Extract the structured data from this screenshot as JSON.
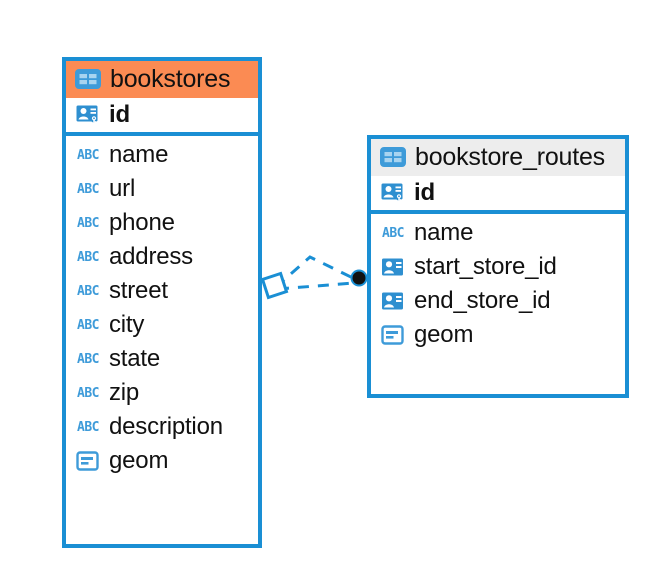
{
  "diagram": {
    "kind": "entity-relationship-diagram",
    "background": "#ffffff",
    "accent_color": "#1A8FD4",
    "icon_color": "#3E9BD9",
    "entities": [
      {
        "name": "bookstores",
        "header_color": "#FB8B53",
        "header_icon": "table-icon",
        "primary_keys": [
          {
            "label": "id",
            "icon": "primary-key-icon"
          }
        ],
        "fields": [
          {
            "label": "name",
            "icon": "text-abc-icon"
          },
          {
            "label": "url",
            "icon": "text-abc-icon"
          },
          {
            "label": "phone",
            "icon": "text-abc-icon"
          },
          {
            "label": "address",
            "icon": "text-abc-icon"
          },
          {
            "label": "street",
            "icon": "text-abc-icon"
          },
          {
            "label": "city",
            "icon": "text-abc-icon"
          },
          {
            "label": "state",
            "icon": "text-abc-icon"
          },
          {
            "label": "zip",
            "icon": "text-abc-icon"
          },
          {
            "label": "description",
            "icon": "text-abc-icon"
          },
          {
            "label": "geom",
            "icon": "geometry-icon"
          }
        ]
      },
      {
        "name": "bookstore_routes",
        "header_color": "#EDEDED",
        "header_icon": "table-icon",
        "primary_keys": [
          {
            "label": "id",
            "icon": "primary-key-icon"
          }
        ],
        "fields": [
          {
            "label": "name",
            "icon": "text-abc-icon"
          },
          {
            "label": "start_store_id",
            "icon": "foreign-key-icon"
          },
          {
            "label": "end_store_id",
            "icon": "foreign-key-icon"
          },
          {
            "label": "geom",
            "icon": "geometry-icon"
          }
        ]
      }
    ],
    "relationship": {
      "name": "bookstores-to-bookstore-routes",
      "style": "dashed",
      "color": "#1A8FD4",
      "source_marker": "diamond-marker",
      "target_marker": "filled-circle-marker"
    }
  }
}
